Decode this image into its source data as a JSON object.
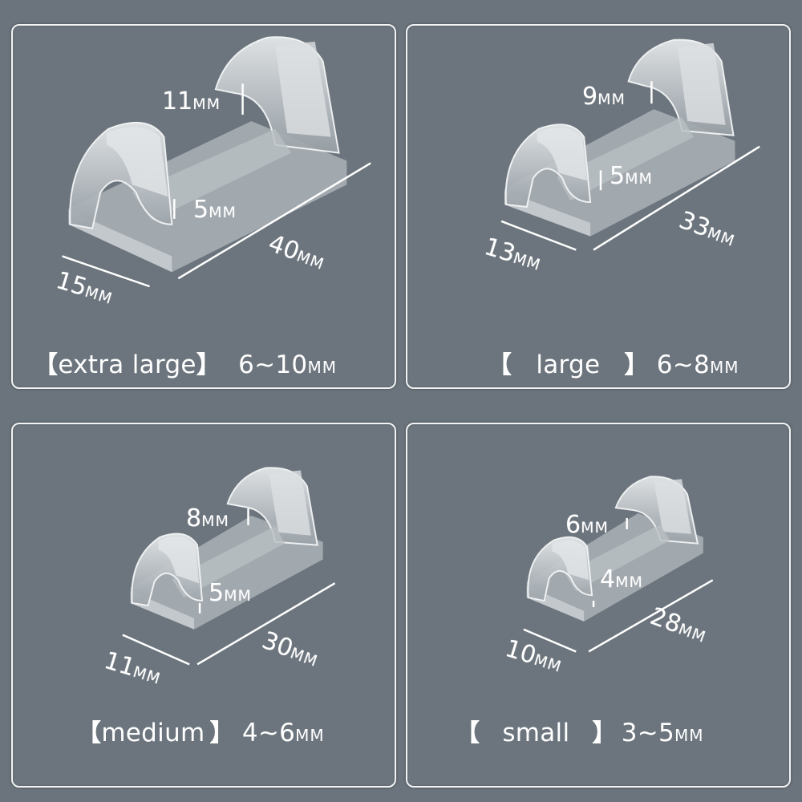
{
  "colors": {
    "background": "#6b747c",
    "panel_border": "#f2f4f5",
    "text": "#ffffff",
    "clip_body": "#c9ced2"
  },
  "unit": "MM",
  "panels": [
    {
      "size": "extra large",
      "bracket_open": "【",
      "bracket_close": "】",
      "range": "6~10",
      "range_unit": "MM",
      "opening_height": "11",
      "inner_gap": "5",
      "width": "15",
      "length": "40",
      "unit": "MM"
    },
    {
      "size": "large",
      "bracket_open": "【",
      "bracket_close": "】",
      "range": "6~8",
      "range_unit": "MM",
      "opening_height": "9",
      "inner_gap": "5",
      "width": "13",
      "length": "33",
      "unit": "MM"
    },
    {
      "size": "medium",
      "bracket_open": "【",
      "bracket_close": "】",
      "range": "4~6",
      "range_unit": "MM",
      "opening_height": "8",
      "inner_gap": "5",
      "width": "11",
      "length": "30",
      "unit": "MM"
    },
    {
      "size": "small",
      "bracket_open": "【",
      "bracket_close": "】",
      "range": "3~5",
      "range_unit": "MM",
      "opening_height": "6",
      "inner_gap": "4",
      "width": "10",
      "length": "28",
      "unit": "MM"
    }
  ]
}
